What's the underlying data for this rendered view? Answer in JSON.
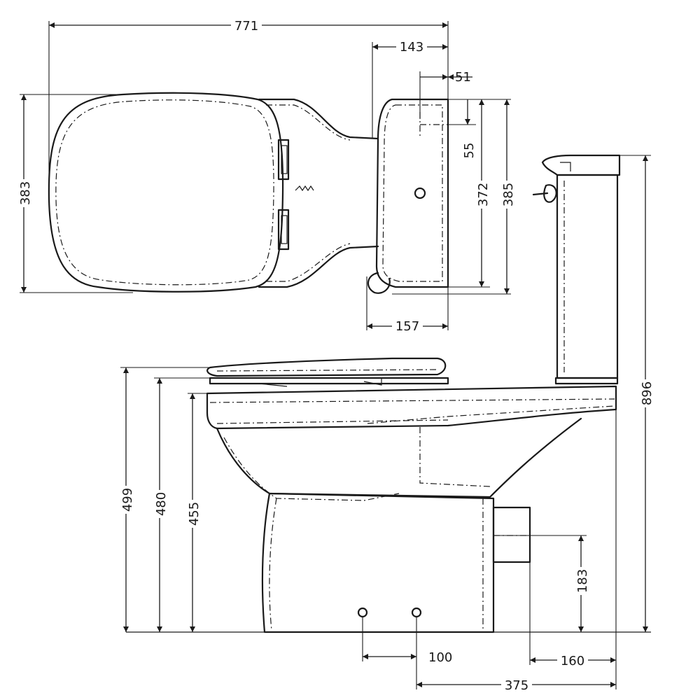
{
  "drawing": {
    "title": "",
    "dimensions": {
      "overall_length": "771",
      "tank_to_back": "143",
      "inlet_offset": "51",
      "inlet_depth": "55",
      "tank_depth": "372",
      "tank_depth_overall": "385",
      "seat_width": "383",
      "tank_front_to_back": "157",
      "total_height": "896",
      "seat_height_lid": "499",
      "seat_height": "480",
      "rim_height": "455",
      "outlet_height": "183",
      "fixing_spacing": "100",
      "outlet_to_wall": "160",
      "fixing_to_wall": "375"
    },
    "colors": {
      "line": "#1a1a1a",
      "background": "#ffffff"
    }
  }
}
